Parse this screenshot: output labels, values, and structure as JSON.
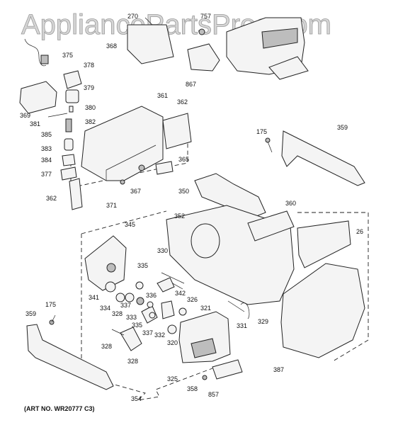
{
  "watermark": "AppliancePartsPros.com",
  "art_number": "(ART NO. WR20777 C3)",
  "callouts": {
    "c270": "270",
    "c757": "757",
    "c368": "368",
    "c867": "867",
    "c375": "375",
    "c378": "378",
    "c379": "379",
    "c380": "380",
    "c369": "369",
    "c381": "381",
    "c382": "382",
    "c385": "385",
    "c383": "383",
    "c384": "384",
    "c377": "377",
    "c362a": "362",
    "c361": "361",
    "c362b": "362",
    "c365": "365",
    "c367": "367",
    "c371": "371",
    "c175a": "175",
    "c359a": "359",
    "c350": "350",
    "c352": "352",
    "c360": "360",
    "c26": "26",
    "c345": "345",
    "c330": "330",
    "c335a": "335",
    "c341": "341",
    "c334": "334",
    "c337a": "337",
    "c336": "336",
    "c342": "342",
    "c328a": "328",
    "c333": "333",
    "c335b": "335",
    "c337b": "337",
    "c332": "332",
    "c326": "326",
    "c321": "321",
    "c331": "331",
    "c329": "329",
    "c320": "320",
    "c175b": "175",
    "c359b": "359",
    "c328b": "328",
    "c328c": "328",
    "c325": "325",
    "c387": "387",
    "c358": "358",
    "c857": "857",
    "c354": "354"
  }
}
